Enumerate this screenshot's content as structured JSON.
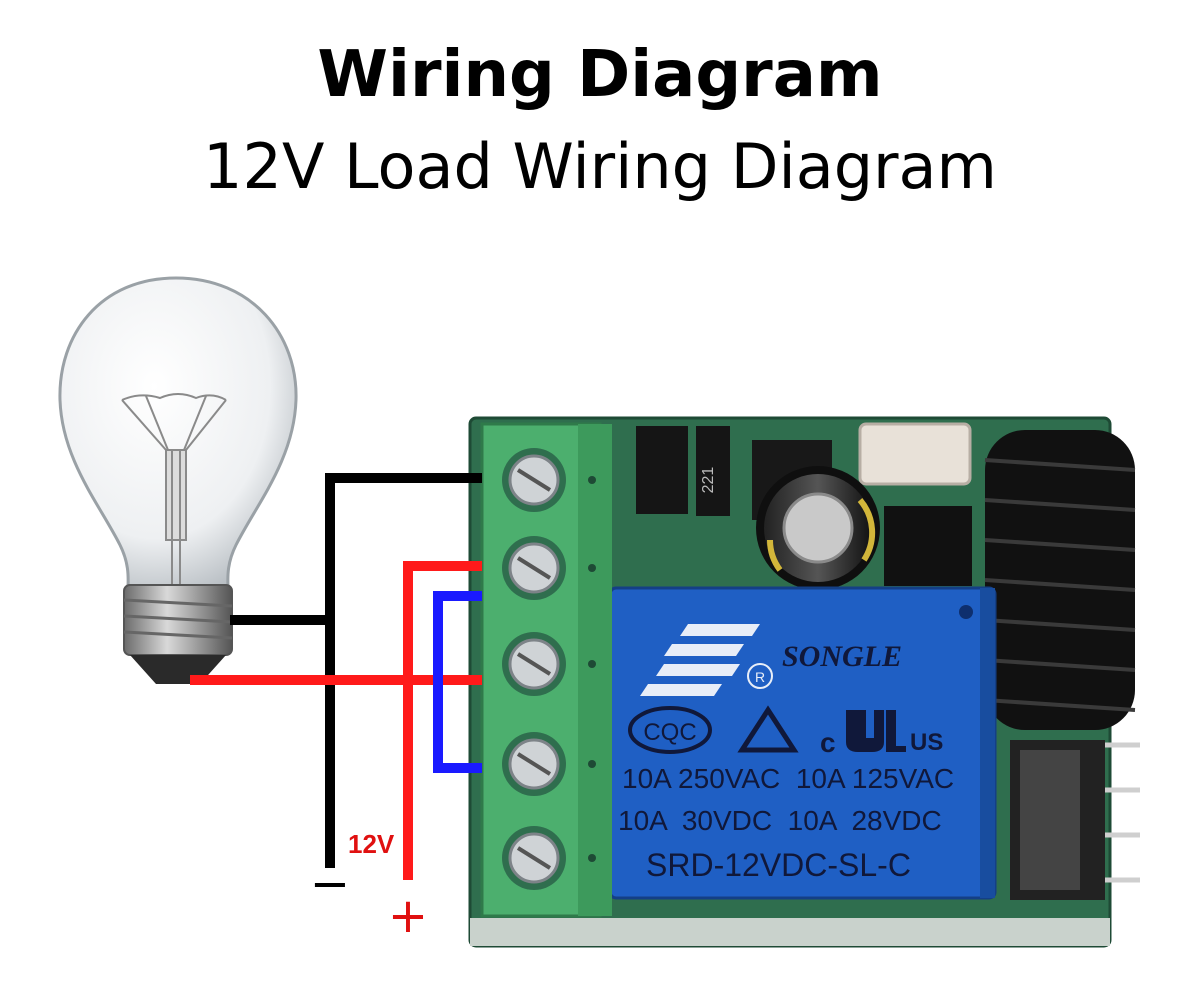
{
  "header": {
    "title": "Wiring Diagram",
    "subtitle": "12V Load Wiring Diagram"
  },
  "relay": {
    "brand": "SONGLE",
    "cert_left": "CQC",
    "cert_c": "c",
    "cert_us": "US",
    "rating_line1": "10A 250VAC  10A 125VAC",
    "rating_line2": "10A  30VDC  10A  28VDC",
    "model": "SRD-12VDC-SL-C",
    "registered": "R"
  },
  "pcb": {
    "chip_marking": "221"
  },
  "power": {
    "voltage_label": "12V",
    "negative_symbol": "−",
    "positive_symbol": "+"
  },
  "colors": {
    "wire_negative": "#000000",
    "wire_positive": "#ff1a1a",
    "wire_jumper": "#1a1aff",
    "terminal_block": "#4caf6e",
    "pcb": "#2f6e4e",
    "relay_body": "#1f5fc4"
  }
}
